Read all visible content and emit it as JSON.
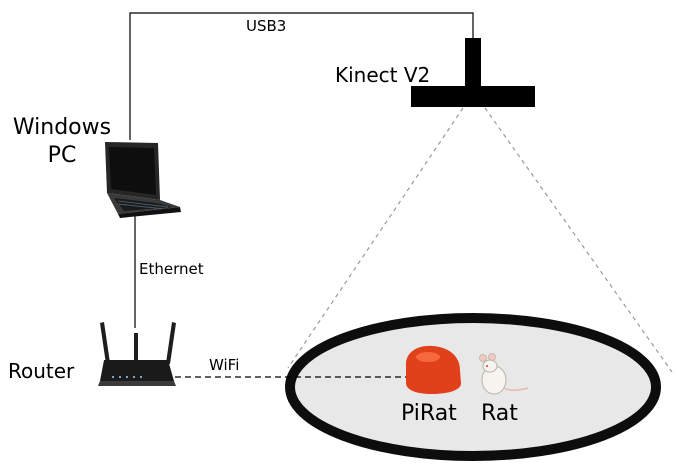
{
  "labels": {
    "usb": "USB3",
    "kinect": "Kinect V2",
    "pc_line1": "Windows",
    "pc_line2": "PC",
    "ethernet": "Ethernet",
    "router": "Router",
    "wifi": "WiFi",
    "pirat": "PiRat",
    "rat": "Rat"
  },
  "colors": {
    "line": "#000000",
    "cone": "#999999",
    "arena_floor": "#e8e8e8",
    "arena_rim": "#0d0d0d",
    "pirat_body": "#e0401a",
    "pirat_highlight": "#ff7a50"
  },
  "icons": {
    "pc": "laptop-icon",
    "router": "router-icon",
    "kinect": "kinect-sensor-icon",
    "pirat": "pirat-robot-icon",
    "rat": "rat-icon"
  }
}
